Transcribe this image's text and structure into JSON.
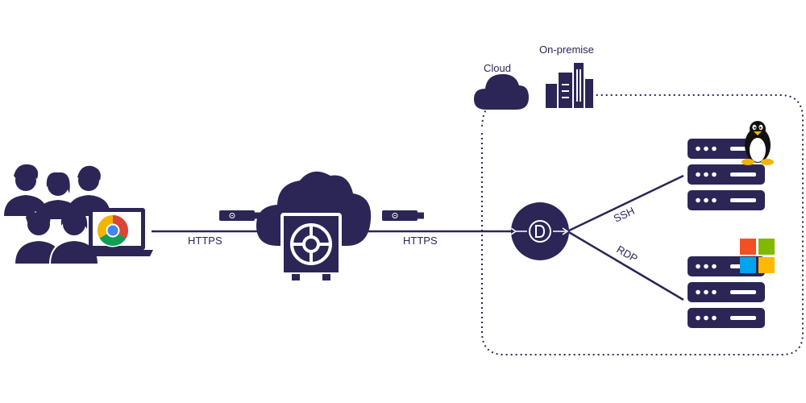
{
  "labels": {
    "cloud": "Cloud",
    "on_premise": "On-premise",
    "https_left": "HTTPS",
    "https_right": "HTTPS",
    "ssh": "SSH",
    "rdp": "RDP"
  },
  "icons": {
    "users": "users-group-icon",
    "browser": "chrome-icon",
    "laptop": "laptop-icon",
    "vault": "cloud-vault-icon",
    "gateway": "gateway-icon",
    "linux": "linux-tux-icon",
    "windows": "windows-logo-icon"
  },
  "colors": {
    "primary": "#2b2656",
    "chrome_red": "#db4437",
    "chrome_yellow": "#f4b400",
    "chrome_green": "#0f9d58",
    "chrome_blue": "#4285f4",
    "win_red": "#f25022",
    "win_green": "#7fba00",
    "win_blue": "#00a4ef",
    "win_yellow": "#ffb900"
  }
}
